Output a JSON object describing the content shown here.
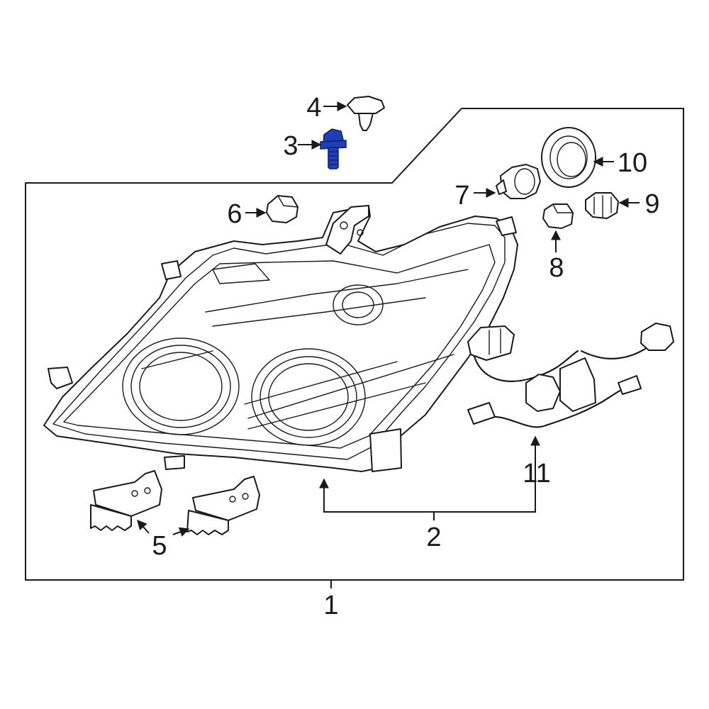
{
  "diagram": {
    "colors": {
      "line": "#1a1a1a",
      "highlight": "#1e3fb5",
      "highlight_dark": "#0d1f6b",
      "background": "#ffffff"
    },
    "callouts": {
      "c1": "1",
      "c2": "2",
      "c3": "3",
      "c4": "4",
      "c5": "5",
      "c6": "6",
      "c7": "7",
      "c8": "8",
      "c9": "9",
      "c10": "10",
      "c11": "11"
    },
    "highlighted_part": "3"
  }
}
